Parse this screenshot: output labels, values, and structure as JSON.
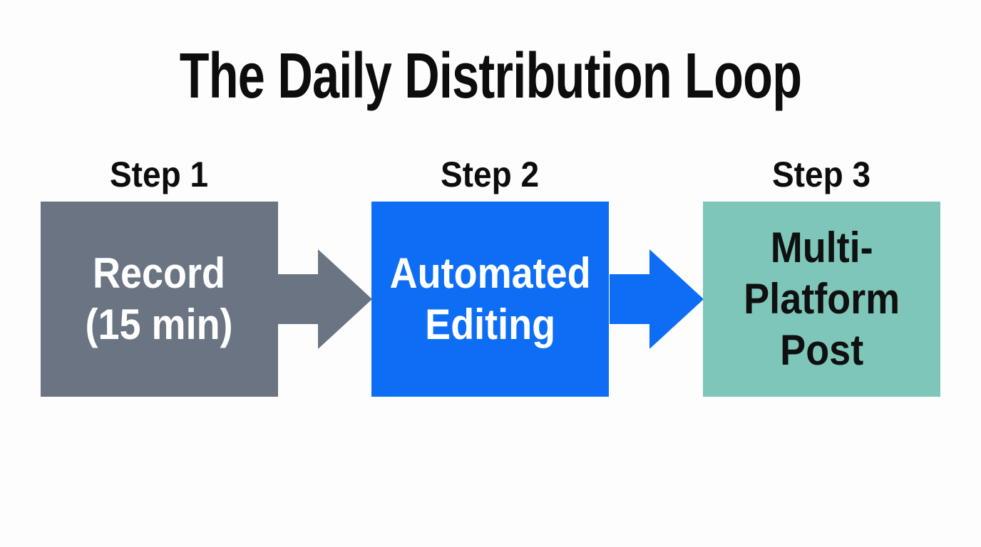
{
  "page": {
    "background_color": "#fdfdfd",
    "title_color": "#0d0d0d"
  },
  "title": "The Daily Distribution Loop",
  "steps": [
    {
      "label": "Step 1",
      "box_lines": [
        "Record",
        "(15 min)"
      ],
      "box_color": "#6a7482",
      "text_color": "#ffffff",
      "arrow_color": "#6a7482"
    },
    {
      "label": "Step 2",
      "box_lines": [
        "Automated",
        "Editing"
      ],
      "box_color": "#0d6ef5",
      "text_color": "#ffffff",
      "arrow_color": "#0d6ef5"
    },
    {
      "label": "Step 3",
      "box_lines": [
        "Multi-",
        "Platform",
        "Post"
      ],
      "box_color": "#7fc6ba",
      "text_color": "#101010"
    }
  ]
}
